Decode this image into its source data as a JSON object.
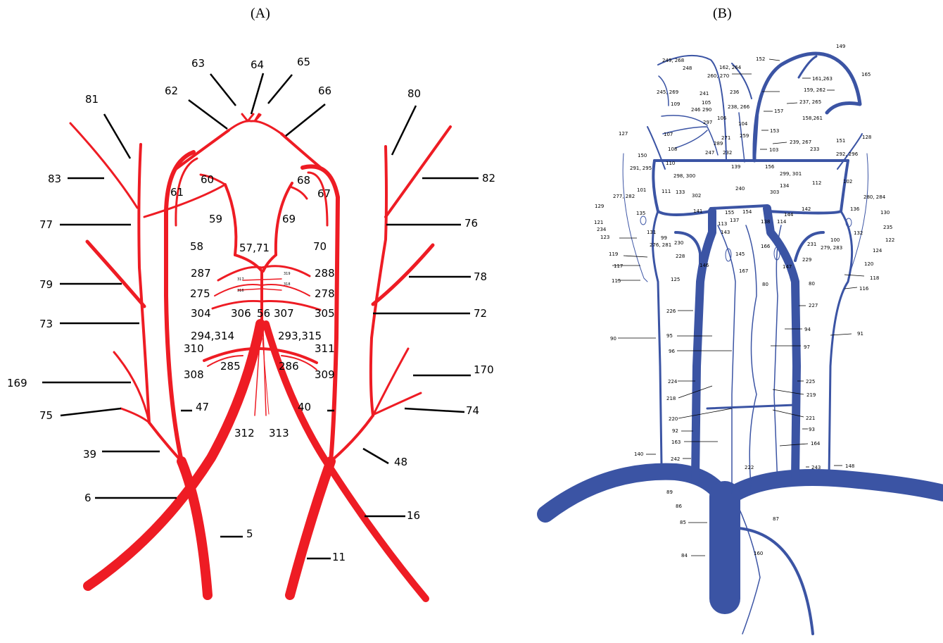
{
  "panels": {
    "a": {
      "title": "(A)",
      "color": "#ee1c24"
    },
    "b": {
      "title": "(B)",
      "color": "#3b54a4"
    }
  },
  "a_labels": [
    "63",
    "64",
    "65",
    "81",
    "62",
    "66",
    "80",
    "83",
    "60",
    "68",
    "82",
    "61",
    "67",
    "77",
    "59",
    "69",
    "76",
    "58",
    "57,71",
    "70",
    "287",
    "288",
    "78",
    "79",
    "275",
    "278",
    "304",
    "306",
    "56",
    "307",
    "305",
    "72",
    "73",
    "294,314",
    "293,315",
    "310",
    "311",
    "285",
    "286",
    "170",
    "308",
    "309",
    "169",
    "47",
    "40",
    "74",
    "75",
    "312",
    "313",
    "39",
    "48",
    "6",
    "16",
    "5",
    "11",
    "317",
    "319",
    "318",
    "316"
  ],
  "b_labels": [
    "149",
    "152",
    "249, 268",
    "248",
    "162, 264",
    "165",
    "161,263",
    "260, 270",
    "159, 262",
    "245, 269",
    "241",
    "236",
    "237, 265",
    "105",
    "238, 266",
    "157",
    "109",
    "246",
    "290",
    "106",
    "158,261",
    "297",
    "104",
    "153",
    "107",
    "271",
    "259",
    "289",
    "239, 267",
    "151",
    "108",
    "247",
    "232",
    "103",
    "233",
    "127",
    "128",
    "150",
    "110",
    "292, 296",
    "291, 295",
    "139",
    "156",
    "298, 300",
    "299, 301",
    "240",
    "102",
    "101",
    "111",
    "133",
    "134",
    "112",
    "302",
    "303",
    "277, 282",
    "280, 284",
    "129",
    "142",
    "141",
    "155",
    "154",
    "136",
    "130",
    "135",
    "137",
    "138",
    "144",
    "113",
    "121",
    "114",
    "234",
    "143",
    "235",
    "131",
    "99",
    "132",
    "123",
    "100",
    "122",
    "230",
    "276, 281",
    "231",
    "279, 283",
    "145",
    "166",
    "124",
    "119",
    "228",
    "229",
    "146",
    "167",
    "147",
    "117",
    "120",
    "125",
    "80",
    "80",
    "118",
    "115",
    "116",
    "227",
    "226",
    "94",
    "91",
    "95",
    "97",
    "90",
    "96",
    "225",
    "224",
    "219",
    "218",
    "221",
    "220",
    "93",
    "92",
    "163",
    "164",
    "140",
    "242",
    "148",
    "243",
    "222",
    "89",
    "86",
    "87",
    "85",
    "160",
    "84"
  ]
}
